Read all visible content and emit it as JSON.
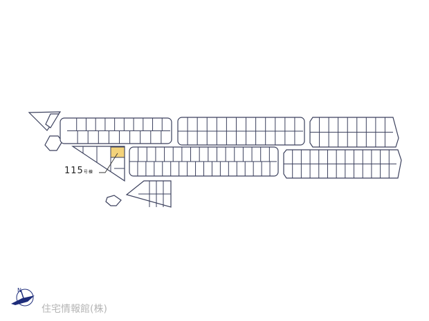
{
  "map": {
    "highlighted_lot": {
      "number": "115",
      "suffix": "号棟",
      "color": "#f3d27a"
    },
    "line_color": "#3a3f5c",
    "compass": {
      "label": "N",
      "icon": "north-arrow-icon",
      "color": "#1d2c7a"
    },
    "credit": "住宅情報館(株)"
  }
}
